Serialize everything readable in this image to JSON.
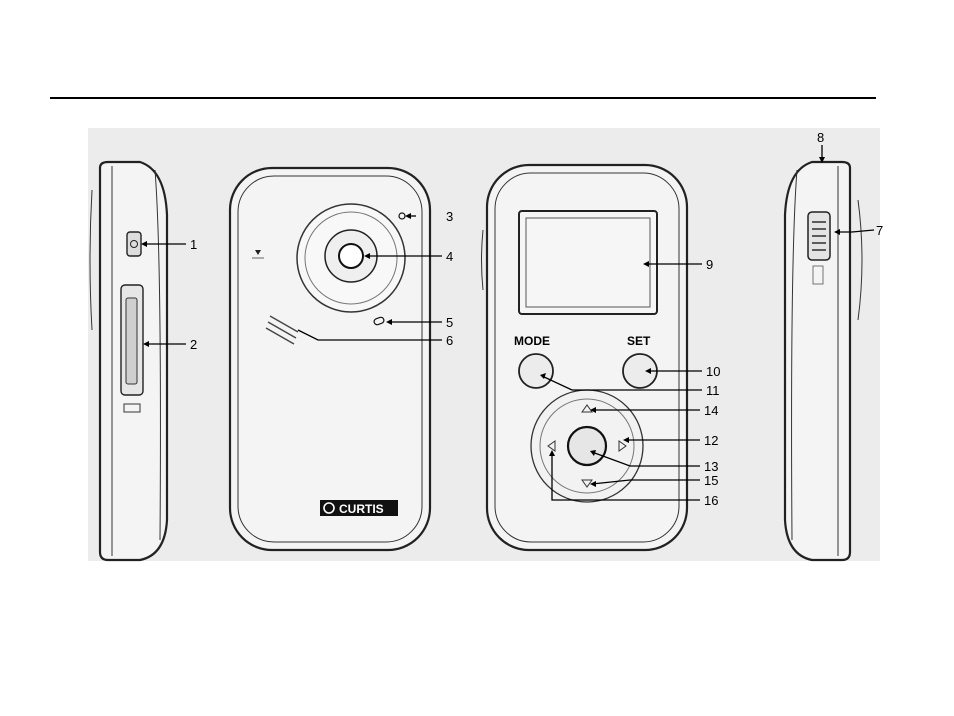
{
  "callouts": [
    "1",
    "2",
    "3",
    "4",
    "5",
    "6",
    "7",
    "8",
    "9",
    "10",
    "11",
    "12",
    "13",
    "14",
    "15",
    "16"
  ],
  "buttons": {
    "mode": "MODE",
    "set": "SET"
  },
  "brand": {
    "logo_text": "CURTIS"
  },
  "colors": {
    "line": "#000000",
    "photo_background": "#ececec",
    "device_fill": "#f4f4f4"
  }
}
